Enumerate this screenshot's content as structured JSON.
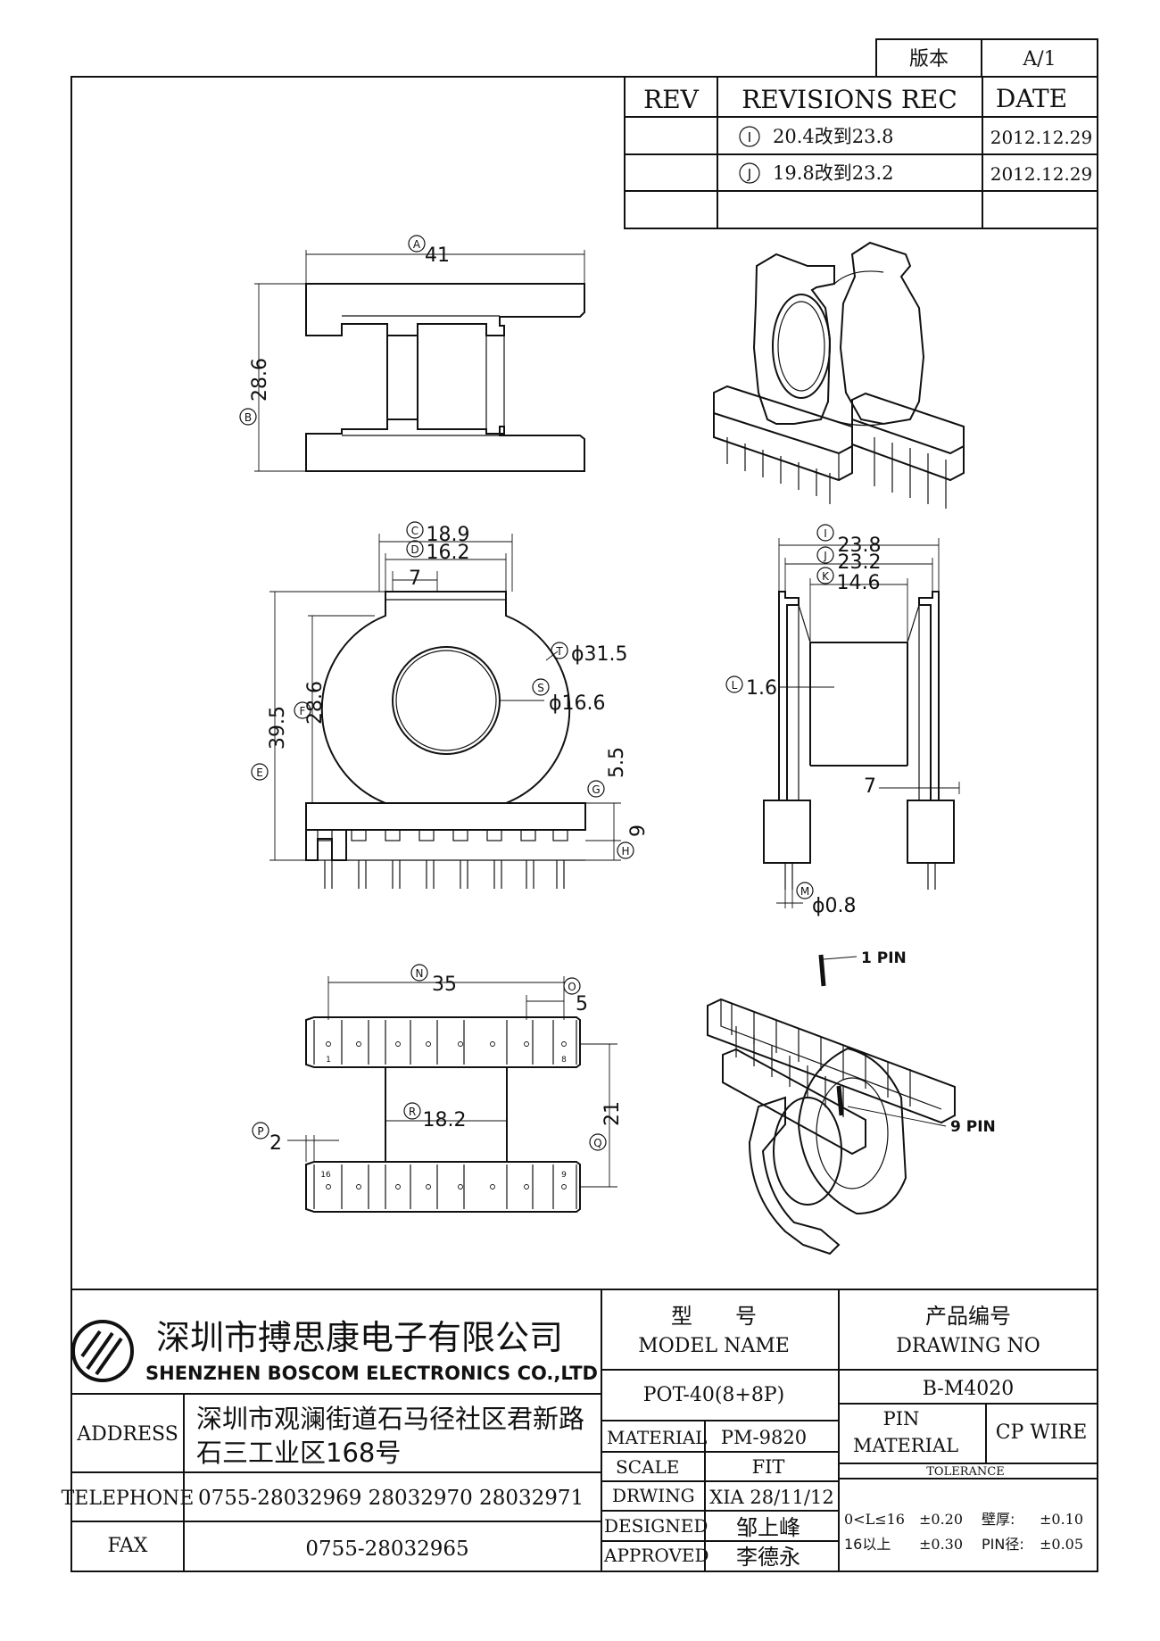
{
  "version_box": {
    "label": "版本",
    "value": "A/1"
  },
  "revisions": {
    "header_rev": "REV",
    "header_rec": "REVISIONS REC",
    "header_date": "DATE",
    "rows": [
      {
        "rev": "I",
        "text": "20.4改到23.8",
        "date": "2012.12.29"
      },
      {
        "rev": "J",
        "text": "19.8改到23.2",
        "date": "2012.12.29"
      },
      {
        "rev": "",
        "text": "",
        "date": ""
      }
    ]
  },
  "dimensions": {
    "A": {
      "tag": "A",
      "value": "41"
    },
    "B": {
      "tag": "B",
      "value": "28.6"
    },
    "C": {
      "tag": "C",
      "value": "18.9"
    },
    "D": {
      "tag": "D",
      "value": "16.2"
    },
    "W7": {
      "tag": "",
      "value": "7"
    },
    "T": {
      "tag": "T",
      "value": "ϕ31.5"
    },
    "S": {
      "tag": "S",
      "value": "ϕ16.6"
    },
    "E": {
      "tag": "E",
      "value": "39.5"
    },
    "F": {
      "tag": "F",
      "value": "28.6"
    },
    "G": {
      "tag": "G",
      "value": "5.5"
    },
    "H": {
      "tag": "H",
      "value": "9"
    },
    "I": {
      "tag": "I",
      "value": "23.8"
    },
    "J": {
      "tag": "J",
      "value": "23.2"
    },
    "K": {
      "tag": "K",
      "value": "14.6"
    },
    "L": {
      "tag": "L",
      "value": "1.6"
    },
    "S7": {
      "tag": "",
      "value": "7"
    },
    "M": {
      "tag": "M",
      "value": "ϕ0.8"
    },
    "N": {
      "tag": "N",
      "value": "35"
    },
    "O": {
      "tag": "O",
      "value": "5"
    },
    "P": {
      "tag": "P",
      "value": "2"
    },
    "Q": {
      "tag": "Q",
      "value": "21"
    },
    "R": {
      "tag": "R",
      "value": "18.2"
    }
  },
  "pin_labels": {
    "pin1": "1 PIN",
    "pin9": "9 PIN",
    "bottom_top_left": "1",
    "bottom_top_right": "8",
    "bottom_bot_left": "16",
    "bottom_bot_right": "9"
  },
  "title_block": {
    "company_cn": "深圳市搏思康电子有限公司",
    "company_en": "SHENZHEN BOSCOM ELECTRONICS CO.,LTD",
    "address_label": "ADDRESS",
    "address_line1": "深圳市观澜街道石马径社区君新路",
    "address_line2": "石三工业区168号",
    "telephone_label": "TELEPHONE",
    "telephone": "0755-28032969 28032970 28032971",
    "fax_label": "FAX",
    "fax": "0755-28032965",
    "model_cn": "型　　号",
    "model_en": "MODEL NAME",
    "model_value": "POT-40(8+8P)",
    "drawing_cn": "产品编号",
    "drawing_en": "DRAWING NO",
    "drawing_value": "B-M4020",
    "material_label": "MATERIAL",
    "material_value": "PM-9820",
    "scale_label": "SCALE",
    "scale_value": "FIT",
    "drwing_label": "DRWING",
    "drwing_value": "XIA 28/11/12",
    "designed_label": "DESIGNED",
    "designed_value": "邹上峰",
    "approved_label": "APPROVED",
    "approved_value": "李德永",
    "pin_material_label1": "PIN",
    "pin_material_label2": "MATERIAL",
    "pin_material_value": "CP WIRE",
    "tolerance_label": "TOLERANCE",
    "tol_row1_a": "0<L≤16",
    "tol_row1_b": "±0.20",
    "tol_row1_c": "壁厚:",
    "tol_row1_d": "±0.10",
    "tol_row2_a": "16以上",
    "tol_row2_b": "±0.30",
    "tol_row2_c": "PIN径:",
    "tol_row2_d": "±0.05"
  }
}
